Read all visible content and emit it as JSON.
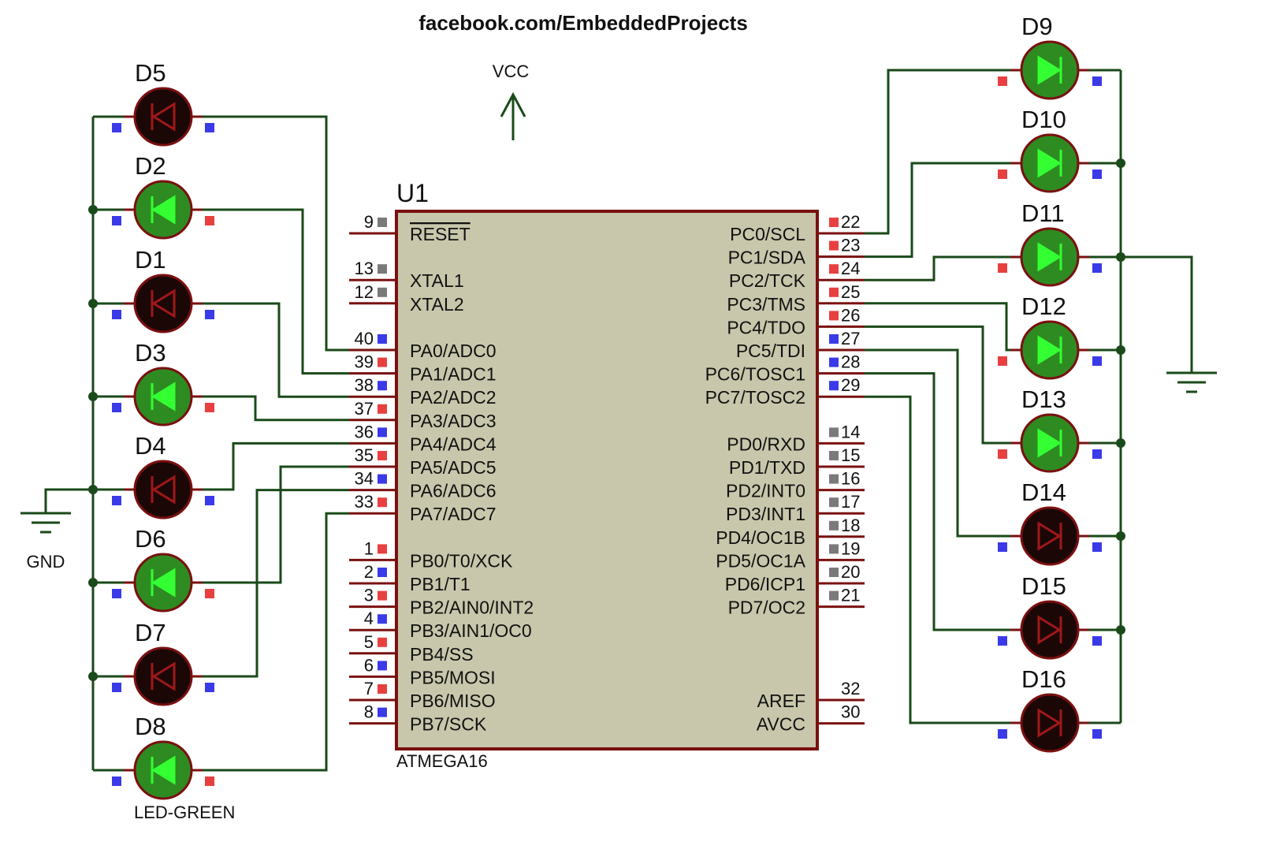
{
  "title": "facebook.com/EmbeddedProjects",
  "vcc_label": "VCC",
  "gnd_label": "GND",
  "chip": {
    "ref": "U1",
    "part": "ATMEGA16",
    "body_color": "#c8c7ac",
    "border_color": "#7a1010",
    "left_pins": [
      {
        "num": "9",
        "name": "RESET",
        "overline": true,
        "marker": "gray"
      },
      {
        "num": "13",
        "name": "XTAL1",
        "marker": "gray"
      },
      {
        "num": "12",
        "name": "XTAL2",
        "marker": "gray"
      },
      {
        "num": "40",
        "name": "PA0/ADC0",
        "marker": "blue"
      },
      {
        "num": "39",
        "name": "PA1/ADC1",
        "marker": "red"
      },
      {
        "num": "38",
        "name": "PA2/ADC2",
        "marker": "blue"
      },
      {
        "num": "37",
        "name": "PA3/ADC3",
        "marker": "red"
      },
      {
        "num": "36",
        "name": "PA4/ADC4",
        "marker": "blue"
      },
      {
        "num": "35",
        "name": "PA5/ADC5",
        "marker": "red"
      },
      {
        "num": "34",
        "name": "PA6/ADC6",
        "marker": "blue"
      },
      {
        "num": "33",
        "name": "PA7/ADC7",
        "marker": "red"
      },
      {
        "num": "1",
        "name": "PB0/T0/XCK",
        "marker": "red"
      },
      {
        "num": "2",
        "name": "PB1/T1",
        "marker": "blue"
      },
      {
        "num": "3",
        "name": "PB2/AIN0/INT2",
        "marker": "red"
      },
      {
        "num": "4",
        "name": "PB3/AIN1/OC0",
        "marker": "blue"
      },
      {
        "num": "5",
        "name": "PB4/SS",
        "marker": "red"
      },
      {
        "num": "6",
        "name": "PB5/MOSI",
        "marker": "blue"
      },
      {
        "num": "7",
        "name": "PB6/MISO",
        "marker": "red"
      },
      {
        "num": "8",
        "name": "PB7/SCK",
        "marker": "blue"
      }
    ],
    "right_pins": [
      {
        "num": "22",
        "name": "PC0/SCL",
        "marker": "red"
      },
      {
        "num": "23",
        "name": "PC1/SDA",
        "marker": "red"
      },
      {
        "num": "24",
        "name": "PC2/TCK",
        "marker": "red"
      },
      {
        "num": "25",
        "name": "PC3/TMS",
        "marker": "red"
      },
      {
        "num": "26",
        "name": "PC4/TDO",
        "marker": "red"
      },
      {
        "num": "27",
        "name": "PC5/TDI",
        "marker": "blue"
      },
      {
        "num": "28",
        "name": "PC6/TOSC1",
        "marker": "blue"
      },
      {
        "num": "29",
        "name": "PC7/TOSC2",
        "marker": "blue"
      },
      {
        "num": "14",
        "name": "PD0/RXD",
        "marker": "gray"
      },
      {
        "num": "15",
        "name": "PD1/TXD",
        "marker": "gray"
      },
      {
        "num": "16",
        "name": "PD2/INT0",
        "marker": "gray"
      },
      {
        "num": "17",
        "name": "PD3/INT1",
        "marker": "gray"
      },
      {
        "num": "18",
        "name": "PD4/OC1B",
        "marker": "gray"
      },
      {
        "num": "19",
        "name": "PD5/OC1A",
        "marker": "gray"
      },
      {
        "num": "20",
        "name": "PD6/ICP1",
        "marker": "gray"
      },
      {
        "num": "21",
        "name": "PD7/OC2",
        "marker": "gray"
      },
      {
        "num": "32",
        "name": "AREF",
        "marker": "none"
      },
      {
        "num": "30",
        "name": "AVCC",
        "marker": "none"
      }
    ]
  },
  "left_leds": [
    {
      "label": "D5",
      "on": false,
      "pin": "40"
    },
    {
      "label": "D2",
      "on": true,
      "pin": "39"
    },
    {
      "label": "D1",
      "on": false,
      "pin": "38"
    },
    {
      "label": "D3",
      "on": true,
      "pin": "37"
    },
    {
      "label": "D4",
      "on": false,
      "pin": "36"
    },
    {
      "label": "D6",
      "on": true,
      "pin": "35"
    },
    {
      "label": "D7",
      "on": false,
      "pin": "34"
    },
    {
      "label": "D8",
      "on": true,
      "pin": "33"
    }
  ],
  "right_leds": [
    {
      "label": "D9",
      "on": true,
      "pin": "22"
    },
    {
      "label": "D10",
      "on": true,
      "pin": "23"
    },
    {
      "label": "D11",
      "on": true,
      "pin": "24"
    },
    {
      "label": "D12",
      "on": true,
      "pin": "25"
    },
    {
      "label": "D13",
      "on": true,
      "pin": "26"
    },
    {
      "label": "D14",
      "on": false,
      "pin": "27"
    },
    {
      "label": "D15",
      "on": false,
      "pin": "28"
    },
    {
      "label": "D16",
      "on": false,
      "pin": "29"
    }
  ],
  "led_part_label": "LED-GREEN",
  "colors": {
    "wire": "#1a4a1a",
    "led_on_fill": "#2e8b22",
    "led_on_symbol": "#33ff33",
    "led_off_fill": "#1c0707",
    "led_off_symbol": "#a01818",
    "led_ring": "#7a1010",
    "marker_red": "#e84040",
    "marker_blue": "#3a3ae8",
    "marker_gray": "#7a7a7a"
  }
}
